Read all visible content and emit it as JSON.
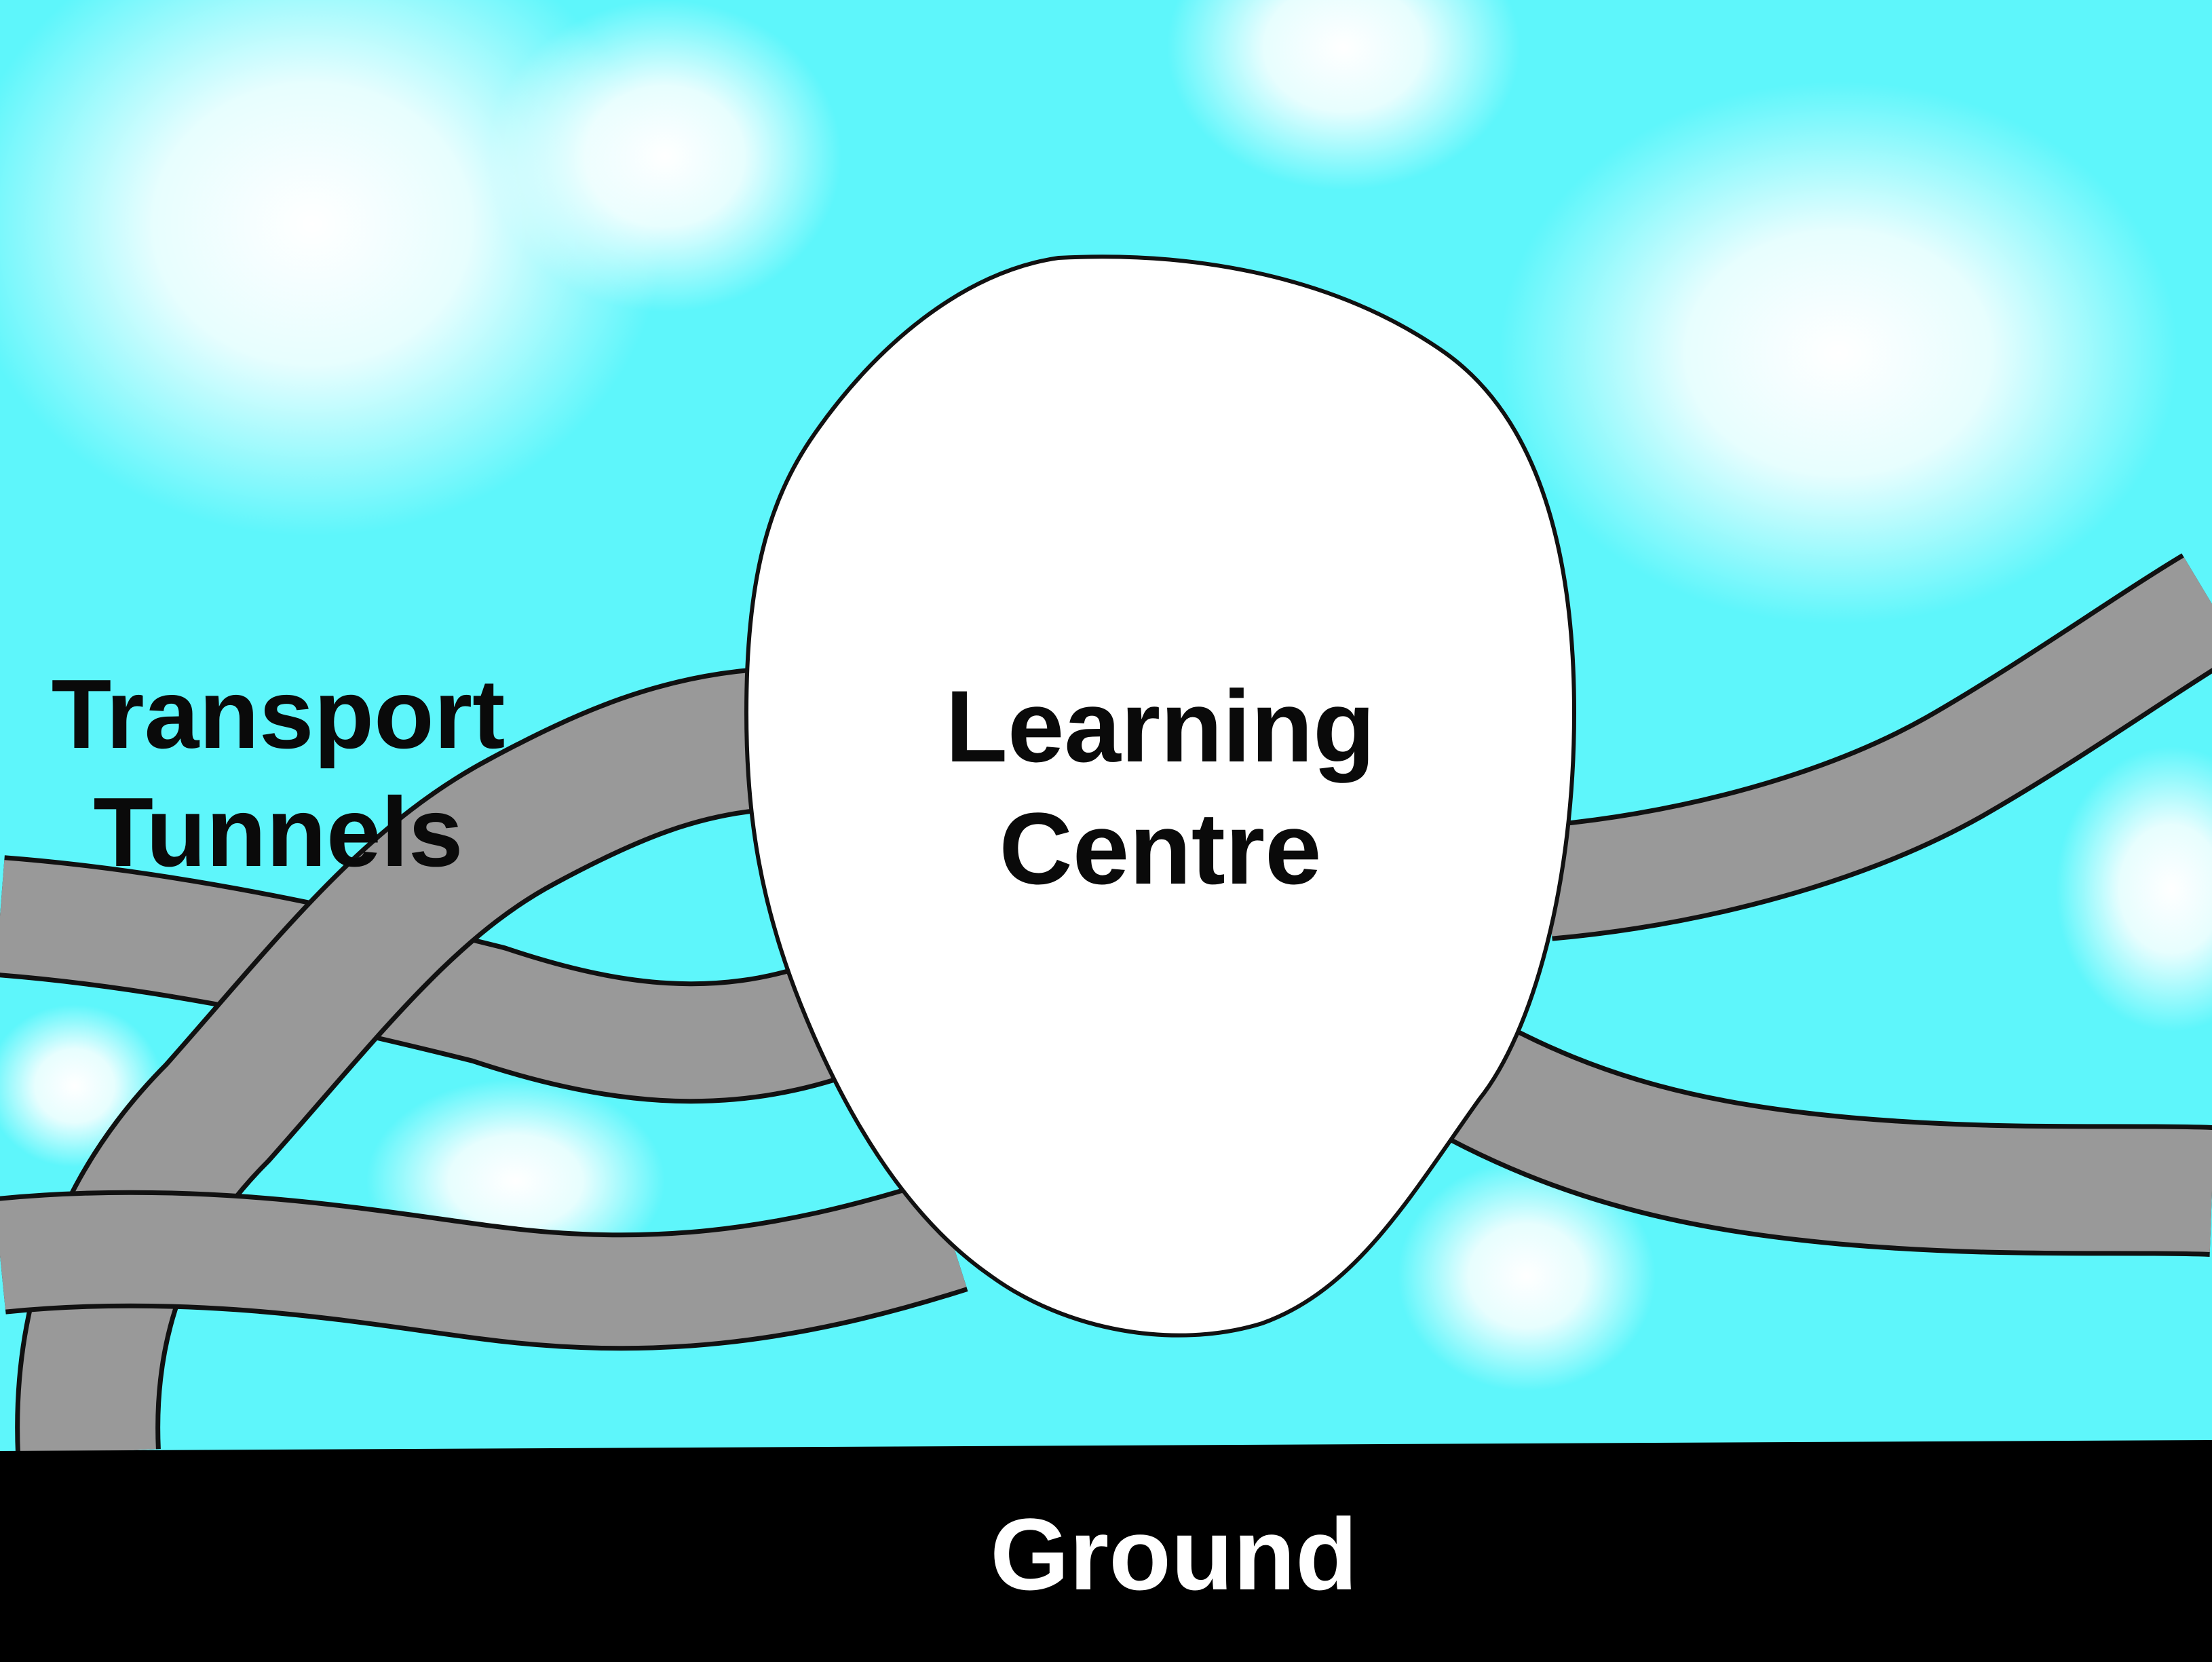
{
  "labels": {
    "transport_line1": "Transport",
    "transport_line2": "Tunnels",
    "learning_line1": "Learning",
    "learning_line2": "Centre",
    "ground": "Ground"
  },
  "colors": {
    "sky": "#5ef6fb",
    "glow": "#ffffff",
    "tunnel": "#999999",
    "outline": "#111111",
    "centre": "#ffffff",
    "ground": "#000000",
    "ground_text": "#ffffff",
    "text": "#0a0a0a"
  }
}
